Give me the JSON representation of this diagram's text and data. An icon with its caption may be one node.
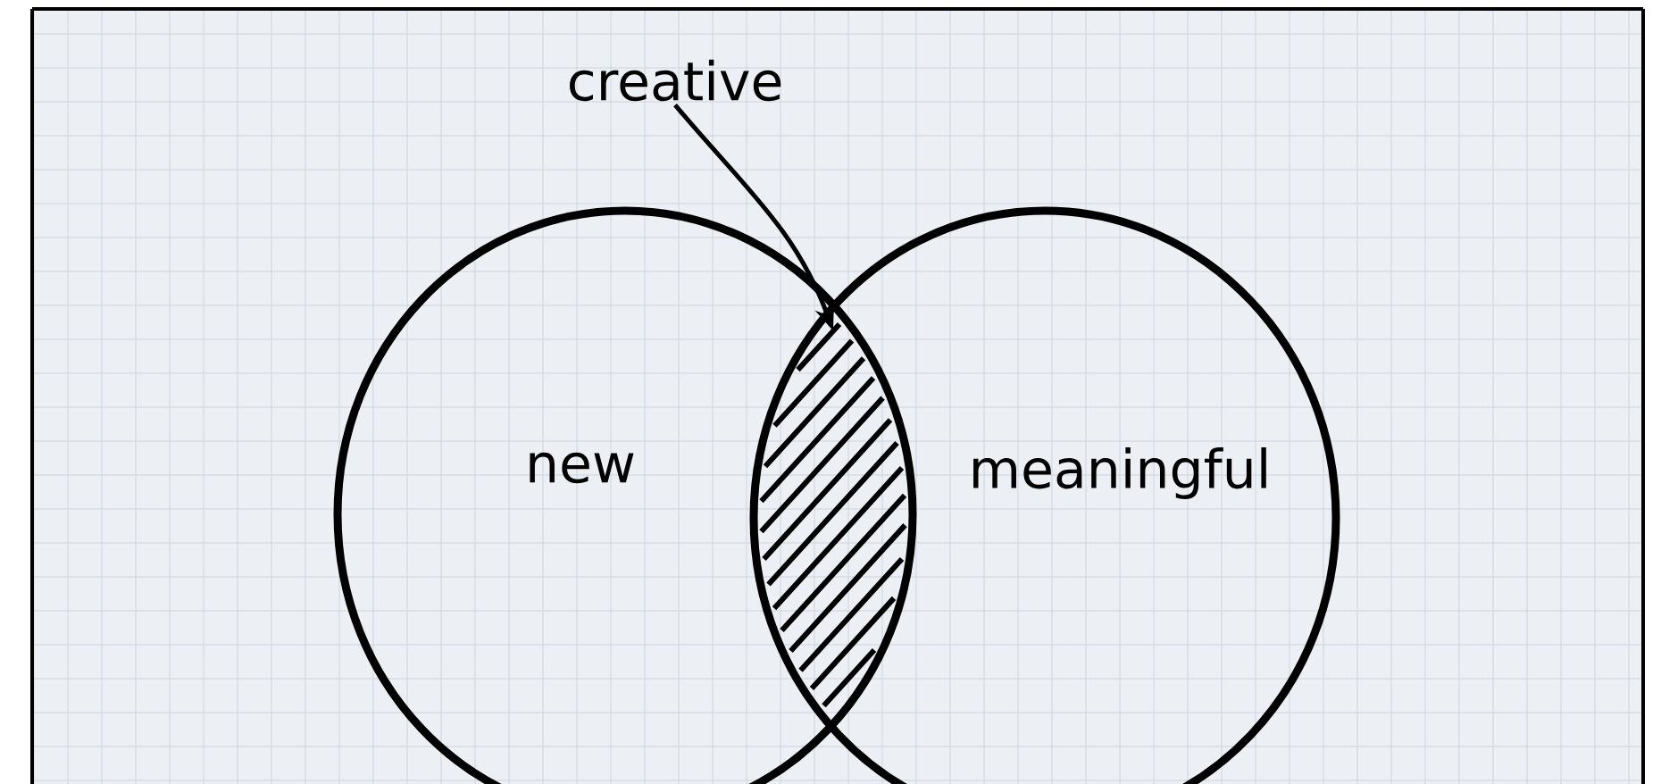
{
  "diagram": {
    "nodes": [
      {
        "text": [
          "new"
        ]
      },
      {
        "text": [
          "meaningful"
        ]
      },
      {
        "text": [
          "creative"
        ]
      },
      {
        "text": [],
        "shape": "lens"
      }
    ],
    "edges": [
      {
        "from": 2,
        "to": 3,
        "arrow": "to"
      }
    ]
  }
}
